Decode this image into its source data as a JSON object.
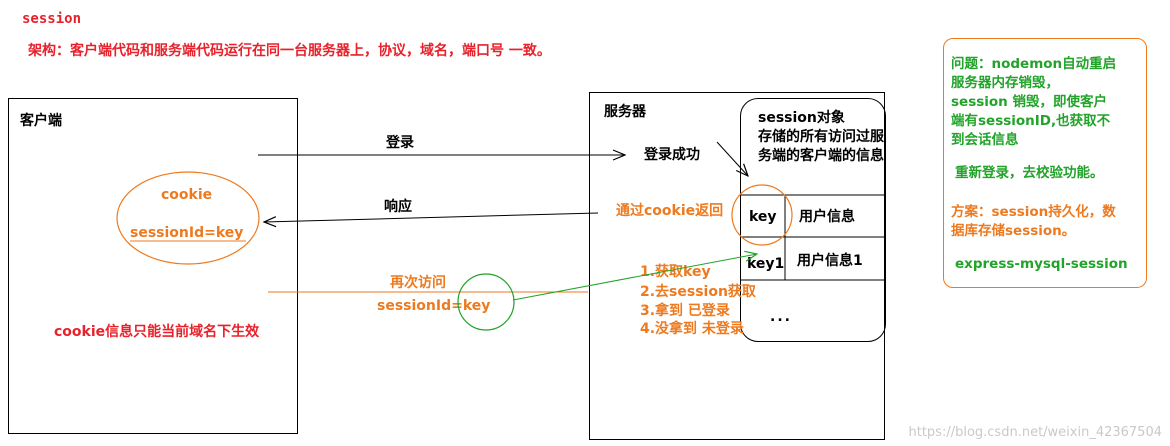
{
  "header": {
    "title": "session",
    "architecture": "架构：客户端代码和服务端代码运行在同一台服务器上，协议，域名，端口号 一致。"
  },
  "client": {
    "label": "客户端",
    "cookie_title": "cookie",
    "cookie_value": "sessionId=key",
    "cookie_scope_note": "cookie信息只能当前域名下生效"
  },
  "server": {
    "label": "服务器",
    "session_object_line1": "session对象",
    "session_object_line2": "存储的所有访问过服",
    "session_object_line3": "务端的客户端的信息",
    "login_success": "登录成功",
    "cookie_return": "通过cookie返回",
    "table_rows": [
      {
        "key": "key",
        "value": "用户信息"
      },
      {
        "key": "key1",
        "value": "用户信息1"
      }
    ],
    "more": "...",
    "steps": [
      "1.获取key",
      "2.去session获取",
      "3.拿到 已登录",
      "4.没拿到   未登录"
    ]
  },
  "arrows": {
    "login": "登录",
    "response": "响应",
    "revisit": "再次访问",
    "revisit_cookie": "sessionId=key"
  },
  "note": {
    "problem_lines": [
      "问题：nodemon自动重启",
      "服务器内存销毁，",
      "session 销毁，即使客户",
      "端有sessionID,也获取不",
      "到会话信息"
    ],
    "relogin": "重新登录，去校验功能。",
    "solution_lines": [
      "方案：session持久化，数",
      "据库存储session。"
    ],
    "package": "express-mysql-session"
  },
  "watermark": "https://blog.csdn.net/weixin_42367504",
  "colors": {
    "red": "#e8212b",
    "orange": "#ee7a1f",
    "green": "#22a32a",
    "black": "#000000"
  }
}
